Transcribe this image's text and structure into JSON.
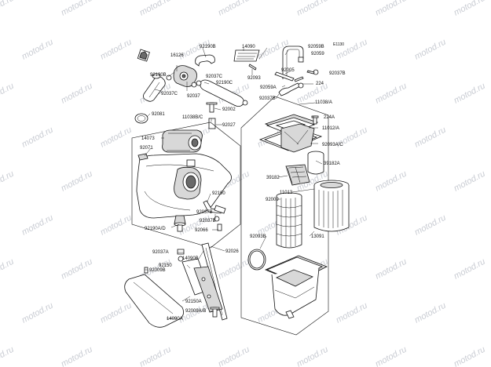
{
  "diagram_code": "E1130",
  "watermark": "motod.ru",
  "callouts": {
    "p16126": "16126",
    "p92190B": "92190B",
    "p92037C_a": "92037C",
    "p92190B_2": "92190B",
    "p92037C_b": "92037C",
    "p92037": "92037",
    "p92190C": "92190C",
    "p14090": "14090",
    "p92093": "92093",
    "p92059B": "92059B",
    "p92059": "92059",
    "p92005": "92005",
    "p92037B_top": "92037B",
    "p92059A": "92059A",
    "p224": "224",
    "p92037B_mid": "92037B",
    "p11038A": "11038/A",
    "p92002": "92002",
    "p92081": "92081",
    "p11038BC": "11038B/C",
    "p92027": "92027",
    "p224A": "224A",
    "p11012A": "11012/A",
    "p14073": "14073",
    "p92093AC": "92093A/C",
    "p92071": "92071",
    "p39182A": "39182A",
    "p39182": "39182",
    "p11013": "11013",
    "p92190": "92190",
    "p92009": "92009",
    "p92037B_low": "92037B",
    "p92037B_low2": "92037B",
    "p92190AD": "92190A/D",
    "p92066": "92066",
    "p92093B": "92093B",
    "p13091": "13091",
    "p92037A": "92037A",
    "p14090B": "14090B",
    "p92026": "92026",
    "p92150": "92150",
    "p92009B": "92009B",
    "p92150A": "92150A",
    "p92009AB": "92009A/B",
    "p14090A": "14090A"
  }
}
